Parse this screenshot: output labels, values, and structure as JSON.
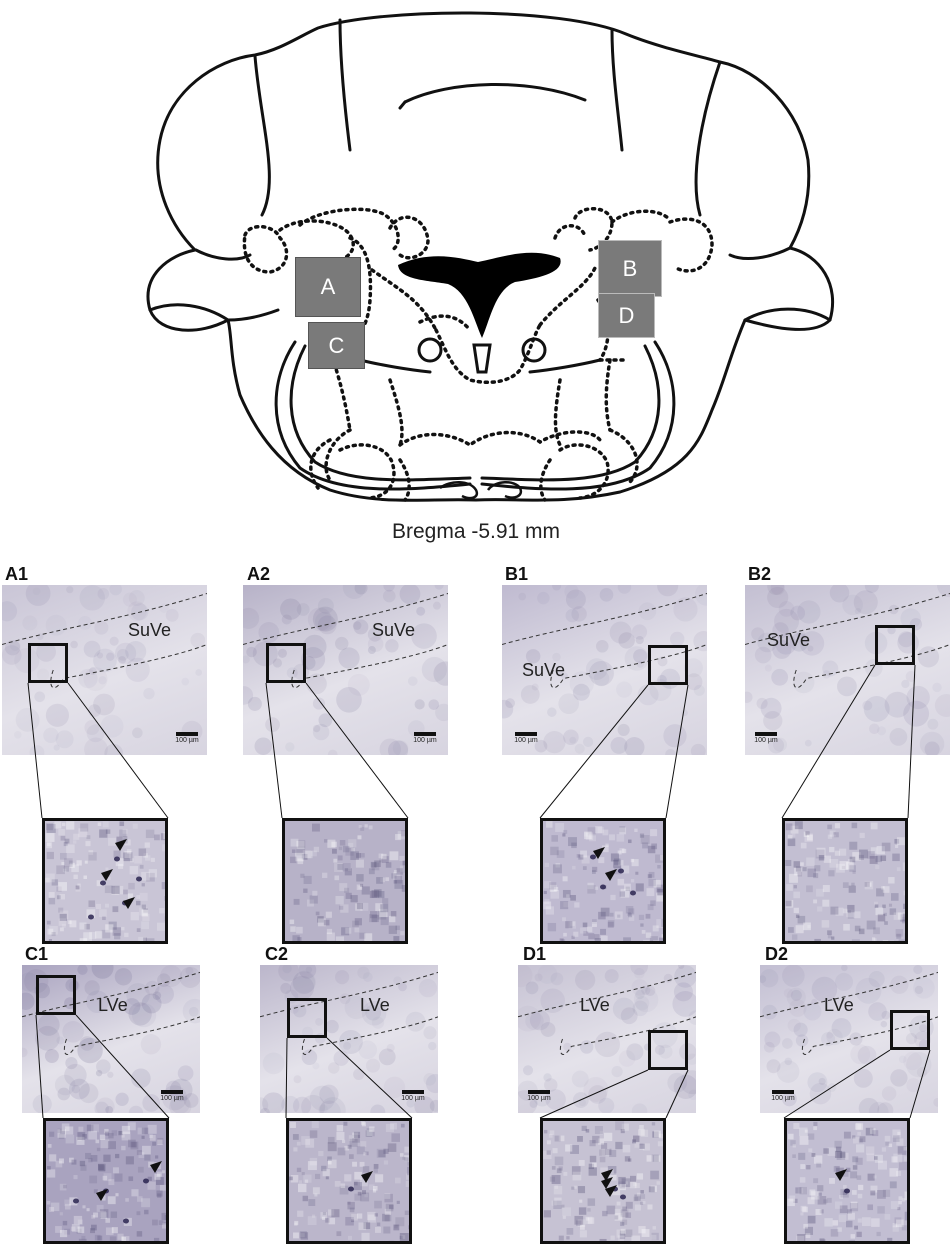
{
  "figure": {
    "caption": "Bregma -5.91 mm",
    "diagram_boxes": [
      "A",
      "B",
      "C",
      "D"
    ],
    "panels": [
      {
        "label": "A1",
        "region": "SuVe",
        "scale": "100 µm"
      },
      {
        "label": "A2",
        "region": "SuVe",
        "scale": "100 µm"
      },
      {
        "label": "B1",
        "region": "SuVe",
        "scale": "100 µm"
      },
      {
        "label": "B2",
        "region": "SuVe",
        "scale": "100 µm"
      },
      {
        "label": "C1",
        "region": "LVe",
        "scale": "100 µm"
      },
      {
        "label": "C2",
        "region": "LVe",
        "scale": "100 µm"
      },
      {
        "label": "D1",
        "region": "LVe",
        "scale": "100 µm"
      },
      {
        "label": "D2",
        "region": "LVe",
        "scale": "100 µm"
      }
    ]
  }
}
